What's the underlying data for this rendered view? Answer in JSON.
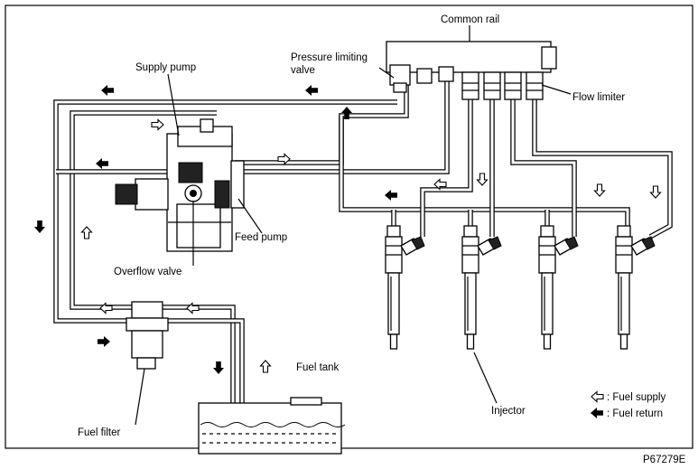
{
  "labels": {
    "common_rail": "Common rail",
    "pressure_limiting_valve_line1": "Pressure limiting",
    "pressure_limiting_valve_line2": "valve",
    "supply_pump": "Supply pump",
    "flow_limiter": "Flow limiter",
    "feed_pump": "Feed pump",
    "overflow_valve": "Overflow valve",
    "fuel_tank": "Fuel tank",
    "injector": "Injector",
    "fuel_filter": "Fuel filter"
  },
  "legend": {
    "fuel_supply": ": Fuel supply",
    "fuel_return": ": Fuel return"
  },
  "figure_id": "P67279E"
}
